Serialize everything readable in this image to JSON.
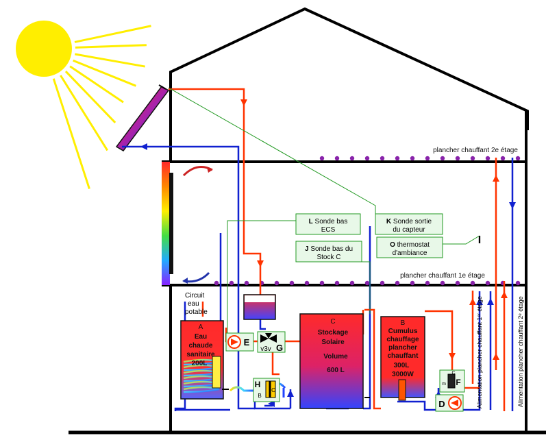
{
  "colors": {
    "hot": "#ff3300",
    "cold": "#1020d0",
    "wall": "#000000",
    "sun": "#ffee00",
    "label_box": "#e8f8e8",
    "label_border": "#229922",
    "sensor_line": "#229922",
    "tank_red": "#ff2a2a",
    "floor_dot": "#8822aa"
  },
  "floors": {
    "upper_label": "plancher chauffant 2e étage",
    "lower_label": "plancher chauffant 1e étage"
  },
  "circuit_label": {
    "line1": "Circuit",
    "line2": "eau",
    "line3": "potable"
  },
  "tank_a": {
    "letter": "A",
    "line1": "Eau",
    "line2": "chaude",
    "line3": "sanitaire",
    "line4": "200L"
  },
  "tank_b": {
    "letter": "B",
    "line1": "Cumulus",
    "line2": "chauffage",
    "line3": "plancher",
    "line4": "chauffant",
    "line5": "300L",
    "line6": "3000W"
  },
  "tank_c": {
    "letter": "C",
    "line1": "Stockage",
    "line2": "Solaire",
    "line3": "Volume",
    "line4": "600 L"
  },
  "sensors": {
    "l_letter": "L",
    "l_line1": "Sonde bas",
    "l_line2": "ECS",
    "j_letter": "J",
    "j_line1": "Sonde bas du",
    "j_line2": "Stock C",
    "k_letter": "K",
    "k_line1": "Sonde sortie",
    "k_line2": "du capteur",
    "o_letter": "O",
    "o_line1": "thermostat",
    "o_line2": "d'ambiance",
    "i_letter": "I"
  },
  "components": {
    "e": "E",
    "g": "G",
    "v3v": "v3v",
    "h": "H",
    "f": "F",
    "d": "D",
    "b_small": "B",
    "c_small": "C",
    "m_small": "m"
  },
  "vertical_labels": {
    "first": "Alimentation plancher chauffant 1ᵉʳ étage",
    "second": "Alimentation plancher chauffant 2ᵉ étage"
  }
}
